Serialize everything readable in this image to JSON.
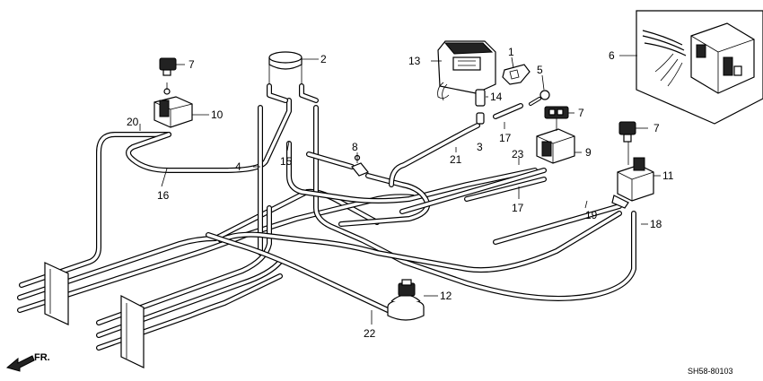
{
  "diagram": {
    "labels": {
      "p1": "1",
      "p2": "2",
      "p3": "3",
      "p4": "4",
      "p5": "5",
      "p6": "6",
      "p7a": "7",
      "p7b": "7",
      "p7c": "7",
      "p8": "8",
      "p9": "9",
      "p10": "10",
      "p11": "11",
      "p12": "12",
      "p13": "13",
      "p14": "14",
      "p15": "15",
      "p16": "16",
      "p17a": "17",
      "p17b": "17",
      "p18": "18",
      "p19": "19",
      "p20": "20",
      "p21": "21",
      "p22": "22",
      "p23": "23"
    },
    "direction_label": "FR.",
    "diagram_code": "SH58-80103"
  }
}
